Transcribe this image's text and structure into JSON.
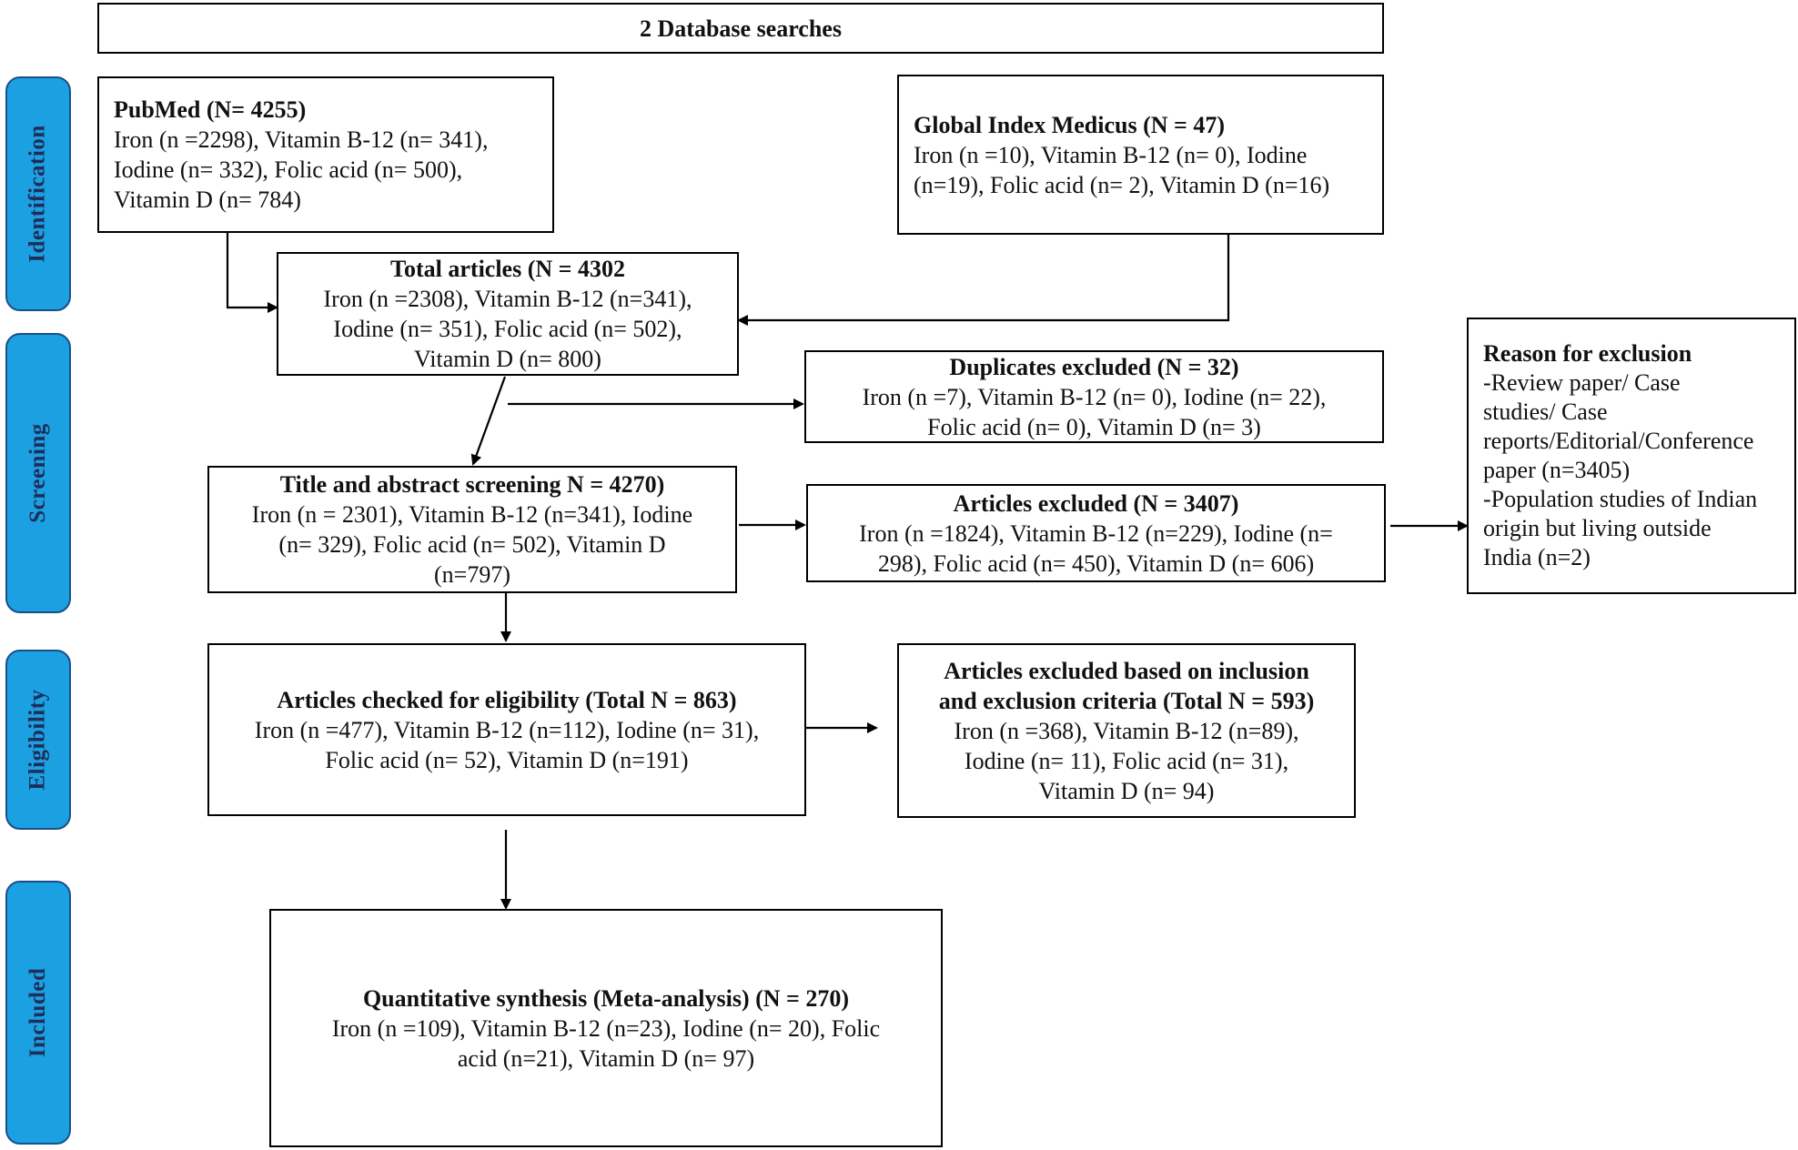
{
  "header": {
    "title": "2 Database searches"
  },
  "stages": {
    "identification": "Identification",
    "screening": "Screening",
    "eligibility": "Eligibility",
    "included": "Included"
  },
  "boxes": {
    "pubmed": {
      "title": "PubMed (N= 4255)",
      "lines": [
        "Iron (n =2298), Vitamin B-12 (n= 341),",
        "Iodine (n= 332), Folic acid (n= 500),",
        "Vitamin D (n= 784)"
      ]
    },
    "global_index_medicus": {
      "title": "Global Index Medicus (N = 47)",
      "lines": [
        "Iron (n =10), Vitamin B-12 (n= 0), Iodine",
        "(n=19), Folic acid (n= 2), Vitamin D (n=16)"
      ]
    },
    "total_articles": {
      "title": "Total articles (N = 4302",
      "lines": [
        "Iron (n =2308), Vitamin B-12 (n=341),",
        "Iodine (n= 351), Folic acid (n= 502),",
        "Vitamin D (n= 800)"
      ]
    },
    "duplicates_excluded": {
      "title": "Duplicates excluded (N = 32)",
      "lines": [
        "Iron (n =7), Vitamin B-12 (n= 0), Iodine (n= 22),",
        "Folic acid (n= 0), Vitamin D (n= 3)"
      ]
    },
    "title_abstract_screening": {
      "title": "Title and abstract screening N = 4270)",
      "lines": [
        "Iron (n = 2301), Vitamin B-12 (n=341), Iodine",
        "(n= 329), Folic acid (n= 502), Vitamin D",
        "(n=797)"
      ]
    },
    "articles_excluded": {
      "title": "Articles excluded (N = 3407)",
      "lines": [
        "Iron (n =1824), Vitamin B-12 (n=229), Iodine (n=",
        "298), Folic acid (n= 450), Vitamin D (n= 606)"
      ]
    },
    "reason_for_exclusion": {
      "title": "Reason for exclusion",
      "lines": [
        "-Review paper/ Case",
        "studies/ Case",
        "reports/Editorial/Conference",
        "paper (n=3405)",
        "-Population studies of Indian",
        "origin but living  outside",
        "India (n=2)"
      ]
    },
    "eligibility_checked": {
      "title": "Articles checked for eligibility (Total N = 863)",
      "lines": [
        "Iron (n =477), Vitamin B-12 (n=112), Iodine (n= 31),",
        "Folic acid (n= 52), Vitamin D (n=191)"
      ]
    },
    "excluded_criteria": {
      "title_lines": [
        "Articles excluded based on inclusion",
        "and exclusion criteria (Total N = 593)"
      ],
      "lines": [
        "Iron (n =368), Vitamin B-12 (n=89),",
        "Iodine (n= 11), Folic acid (n= 31),",
        "Vitamin D (n= 94)"
      ]
    },
    "quantitative_synthesis": {
      "title": "Quantitative synthesis (Meta-analysis) (N = 270)",
      "lines": [
        "Iron (n =109), Vitamin B-12 (n=23), Iodine (n= 20), Folic",
        "acid (n=21), Vitamin D (n= 97)"
      ]
    }
  }
}
